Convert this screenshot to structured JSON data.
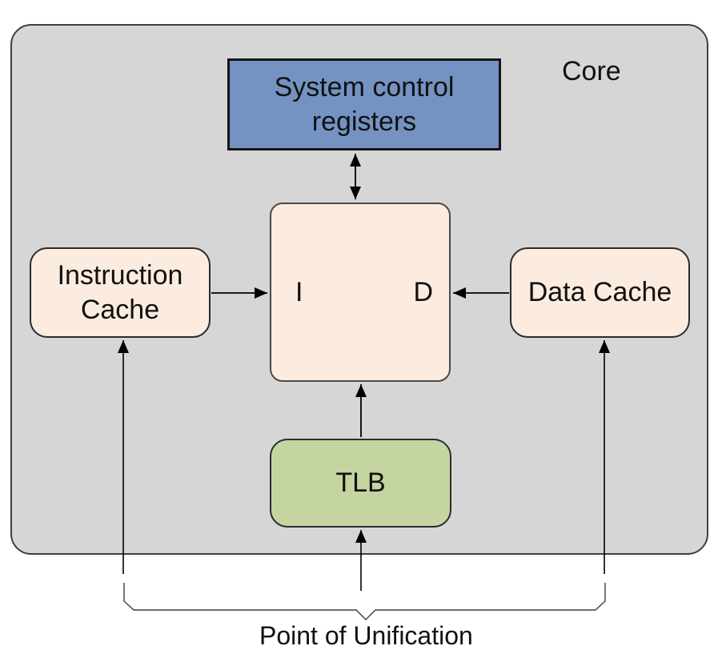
{
  "diagram": {
    "core_label": "Core",
    "nodes": {
      "system_control_registers": {
        "label": "System control\nregisters"
      },
      "cpu": {
        "i_label": "I",
        "d_label": "D"
      },
      "instruction_cache": {
        "label": "Instruction\nCache"
      },
      "data_cache": {
        "label": "Data Cache"
      },
      "tlb": {
        "label": "TLB"
      }
    },
    "annotations": {
      "point_of_unification": "Point of Unification"
    },
    "colors": {
      "core_fill": "#D6D6D6",
      "registers_fill": "#7493C3",
      "cache_fill": "#FBECDF",
      "tlb_fill": "#C5D5A1",
      "connector": "#000000"
    }
  }
}
